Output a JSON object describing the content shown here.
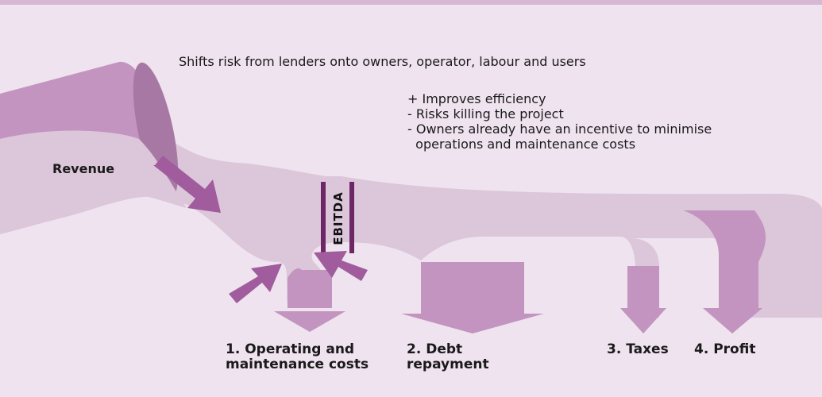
{
  "colors": {
    "background": "#efe3ef",
    "flow_light": "#dcc6da",
    "flow_medium": "#c394bf",
    "arrow": "#a05c9c",
    "ebitda_bar": "#6d2766",
    "top_band": "#d7b8d4"
  },
  "subtitle": "Shifts risk from lenders onto owners, operator, labour and users",
  "notes": [
    "+ Improves efficiency",
    "- Risks killing the project",
    "- Owners already have an incentive to minimise",
    "  operations and maintenance costs"
  ],
  "revenue_label": "Revenue",
  "ebitda_label": "EBITDA",
  "outflows": {
    "operating": [
      "1. Operating and",
      "maintenance costs"
    ],
    "debt": [
      "2. Debt",
      "repayment"
    ],
    "taxes": "3. Taxes",
    "profit": "4. Profit"
  }
}
